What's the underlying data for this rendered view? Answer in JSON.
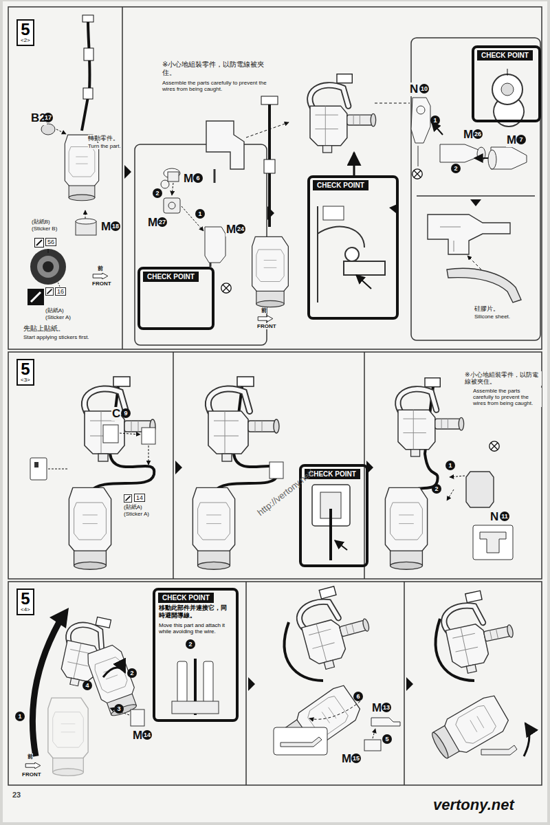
{
  "diagram": {
    "nodes": [
      {
        "text": [
          "5",
          "<2>"
        ]
      },
      {
        "text": [
          "CHECK POINT"
        ]
      },
      {
        "text": [
          "CHECK POINT"
        ]
      },
      {
        "text": [
          "CHECK POINT"
        ]
      },
      {
        "text": [
          "5",
          "<3>"
        ]
      },
      {
        "text": [
          "CHECK POINT"
        ]
      },
      {
        "text": [
          "5",
          "<4>"
        ]
      },
      {
        "text": [
          "CHECK POINT",
          "移動此部件并連接它，同時避開導線。",
          "Move this part and attach it while avoiding the wire.",
          "2"
        ]
      }
    ],
    "labels": [
      "B2",
      "17",
      "(貼紙B)",
      "(Sticker B)",
      "56",
      "16",
      "(貼紙A)",
      "(Sticker A)",
      "先貼上貼紙。",
      "Start applying stickers first.",
      "M",
      "18",
      "前",
      "FRONT",
      "轉動零件。",
      "Turn the part.",
      "M",
      "6",
      "2",
      "M",
      "27",
      "1",
      "M",
      "24",
      "※小心地組裝零件，以防電線被夾住。",
      "Assemble the parts carefully to prevent the wires from being caught.",
      "前",
      "FRONT",
      "N",
      "10",
      "1",
      "M",
      "26",
      "2",
      "M",
      "7",
      "硅膠片。",
      "Silicone sheet.",
      "C",
      "9",
      "14",
      "(貼紙A)",
      "(Sticker A)",
      "http://vertony.net/",
      "※小心地組裝零件，以防電線被夾住。",
      "Assemble the parts carefully to prevent the wires from being caught.",
      "1",
      "2",
      "N",
      "11",
      "1",
      "2",
      "4",
      "3",
      "M",
      "14",
      "前",
      "FRONT",
      "6",
      "M",
      "13",
      "5",
      "M",
      "15",
      "23",
      "vertony.net"
    ]
  }
}
